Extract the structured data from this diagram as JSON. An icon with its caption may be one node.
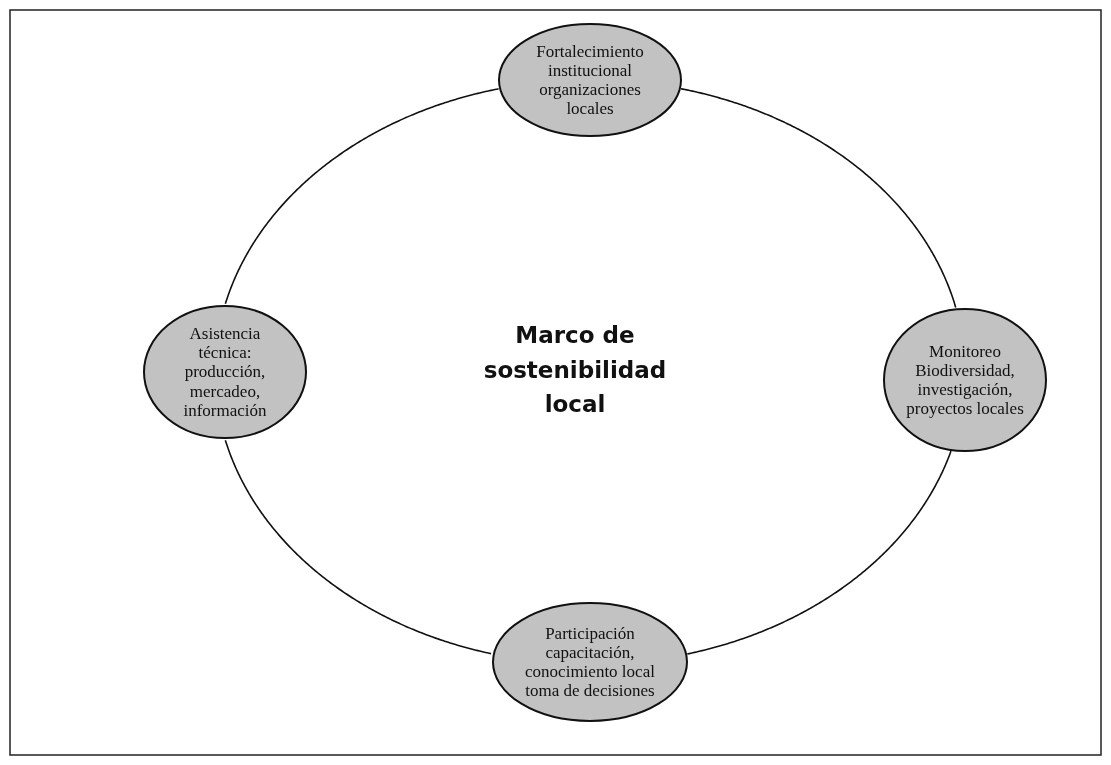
{
  "diagram": {
    "nodes": [
      {
        "text": [
          "Fortalecimiento institucional organizaciones locales"
        ]
      },
      {
        "text": [
          "Asistencia técnica: producción, mercadeo, información"
        ]
      },
      {
        "text": [
          "Monitoreo Biodiversidad, investigación, proyectos locales"
        ]
      },
      {
        "text": [
          "Participación capacitación, conocimiento local toma de decisiones"
        ]
      }
    ],
    "edges": [
      {
        "from": 0,
        "to": 2,
        "arrow": "none"
      },
      {
        "from": 2,
        "to": 3,
        "arrow": "none"
      },
      {
        "from": 3,
        "to": 1,
        "arrow": "none"
      },
      {
        "from": 1,
        "to": 0,
        "arrow": "none"
      }
    ],
    "labels": [
      "Marco de sostenibilidad local"
    ]
  }
}
